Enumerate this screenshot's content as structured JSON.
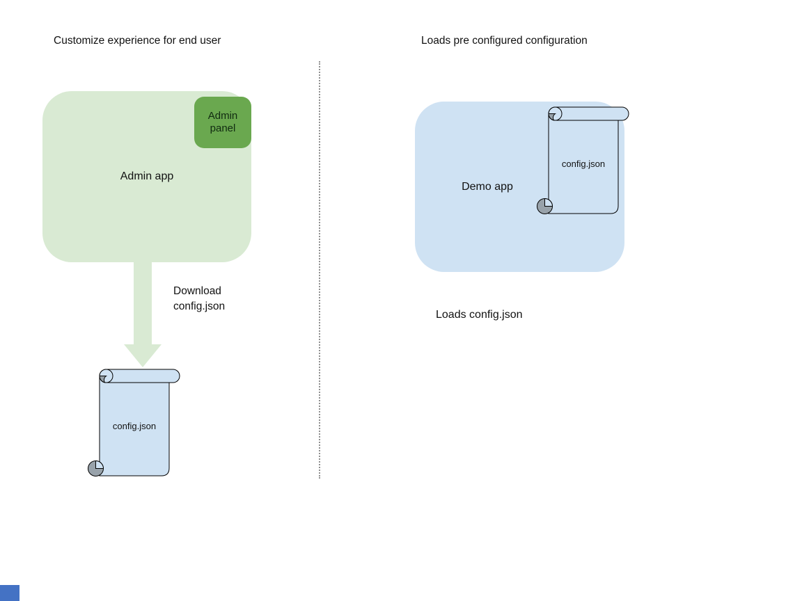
{
  "colors": {
    "green_light": "#d9ead3",
    "green_mid": "#6aa84f",
    "blue_light": "#cfe2f3",
    "curl_gray": "#98a2aa",
    "outline": "#000000",
    "divider_gray": "#8e8e8e",
    "text_dark": "#111111",
    "corner_blue": "#4472c4"
  },
  "left": {
    "title": "Customize experience for end user",
    "admin_app_label": "Admin app",
    "admin_panel_label": "Admin panel",
    "download_caption": "Download config.json",
    "config_label": "config.json"
  },
  "right": {
    "title": "Loads pre configured configuration",
    "demo_app_label": "Demo app",
    "config_label": "config.json",
    "caption": "Loads config.json"
  }
}
